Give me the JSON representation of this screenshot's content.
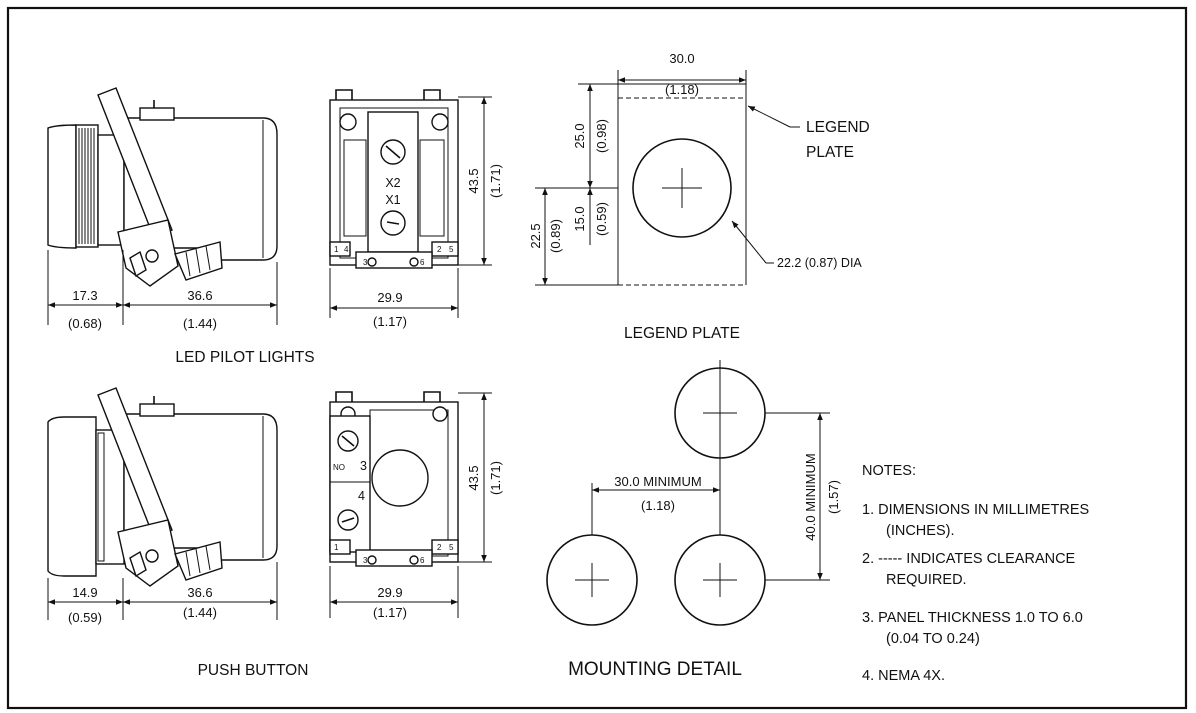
{
  "pilot_light": {
    "caption": "LED PILOT LIGHTS",
    "depth_front_mm": "17.3",
    "depth_front_in": "(0.68)",
    "depth_body_mm": "36.6",
    "depth_body_in": "(1.44)",
    "width_mm": "29.9",
    "width_in": "(1.17)",
    "height_mm": "43.5",
    "height_in": "(1.71)",
    "term_x2": "X2",
    "term_x1": "X1",
    "term_1": "1",
    "term_2": "2",
    "term_3": "3",
    "term_4": "4",
    "term_5": "5",
    "term_6": "6"
  },
  "push_button": {
    "caption": "PUSH BUTTON",
    "depth_front_mm": "14.9",
    "depth_front_in": "(0.59)",
    "depth_body_mm": "36.6",
    "depth_body_in": "(1.44)",
    "width_mm": "29.9",
    "width_in": "(1.17)",
    "height_mm": "43.5",
    "height_in": "(1.71)",
    "contact_no": "NO",
    "term_3": "3",
    "term_4": "4",
    "term_3b": "3",
    "term_6": "6",
    "term_1": "1",
    "term_2": "2",
    "term_5": "5"
  },
  "legend_plate": {
    "caption": "LEGEND PLATE",
    "callout": [
      "LEGEND",
      "PLATE"
    ],
    "width_mm": "30.0",
    "width_in": "(1.18)",
    "top_mm": "25.0",
    "top_in": "(0.98)",
    "center_mm": "15.0",
    "center_in": "(0.59)",
    "bottom_mm": "22.5",
    "bottom_in": "(0.89)",
    "hole_dia": "22.2 (0.87) DIA"
  },
  "mounting": {
    "caption": "MOUNTING DETAIL",
    "horiz_min": "30.0 MINIMUM",
    "horiz_min_in": "(1.18)",
    "vert_min": "40.0 MINIMUM",
    "vert_min_in": "(1.57)"
  },
  "notes": {
    "title": "NOTES:",
    "n1a": "1.  DIMENSIONS IN MILLIMETRES",
    "n1b": "(INCHES).",
    "n2a": "2.  ----- INDICATES CLEARANCE",
    "n2b": "REQUIRED.",
    "n3a": "3.  PANEL THICKNESS 1.0 TO 6.0",
    "n3b": "(0.04  TO 0.24)",
    "n4": "4.  NEMA 4X."
  }
}
